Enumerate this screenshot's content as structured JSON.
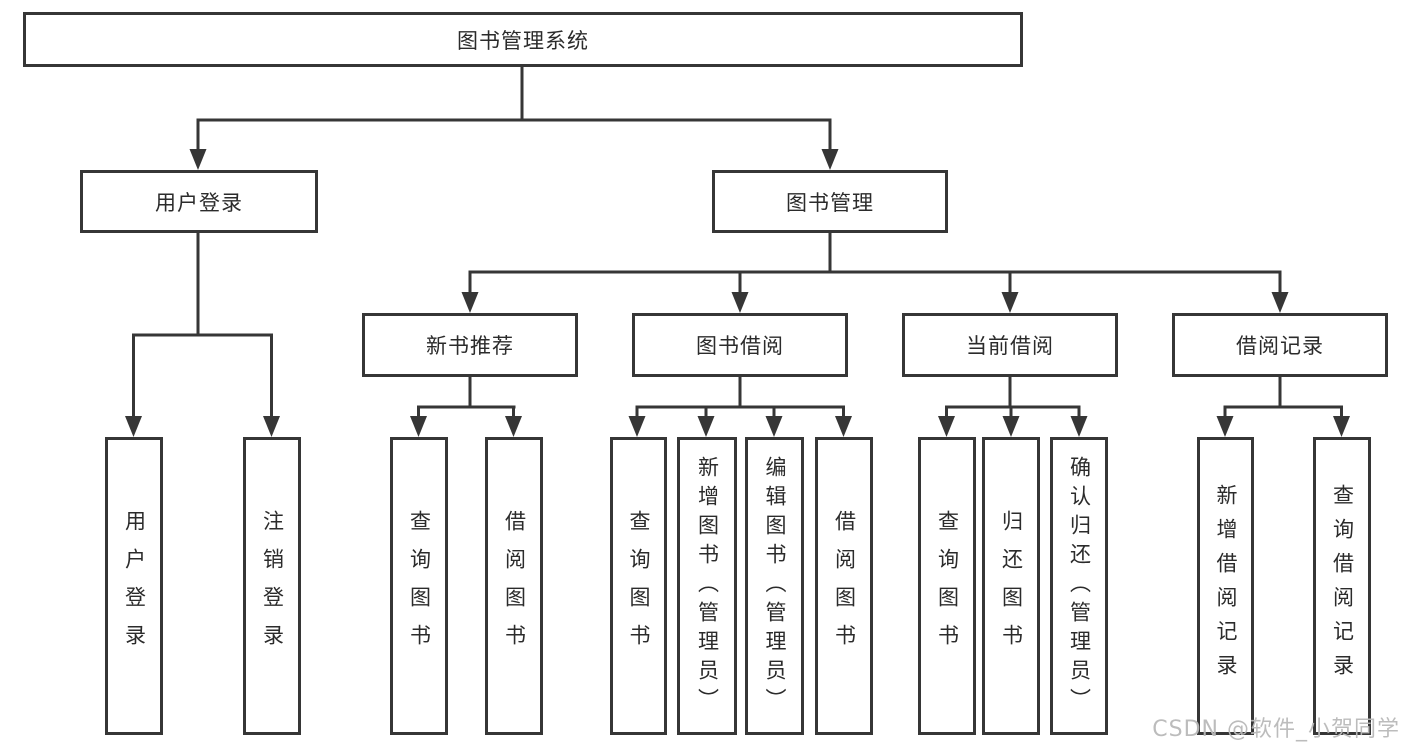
{
  "diagram": {
    "type": "tree",
    "root": {
      "label": "图书管理系统"
    },
    "branches": [
      {
        "label": "用户登录",
        "children": [
          {
            "label": "用户登录"
          },
          {
            "label": "注销登录"
          }
        ]
      },
      {
        "label": "图书管理",
        "children": [
          {
            "label": "新书推荐",
            "children": [
              {
                "label": "查询图书"
              },
              {
                "label": "借阅图书"
              }
            ]
          },
          {
            "label": "图书借阅",
            "children": [
              {
                "label": "查询图书"
              },
              {
                "label": "新增图书（管理员）"
              },
              {
                "label": "编辑图书（管理员）"
              },
              {
                "label": "借阅图书"
              }
            ]
          },
          {
            "label": "当前借阅",
            "children": [
              {
                "label": "查询图书"
              },
              {
                "label": "归还图书"
              },
              {
                "label": "确认归还（管理员）"
              }
            ]
          },
          {
            "label": "借阅记录",
            "children": [
              {
                "label": "新增借阅记录"
              },
              {
                "label": "查询借阅记录"
              }
            ]
          }
        ]
      }
    ]
  },
  "watermark": {
    "text": "CSDN @软件_小贺同学"
  },
  "colors": {
    "line": "#363636",
    "box_border": "#363636",
    "box_background": "#ffffff",
    "text": "#2b2b2b",
    "watermark": "#b9b9b9"
  }
}
